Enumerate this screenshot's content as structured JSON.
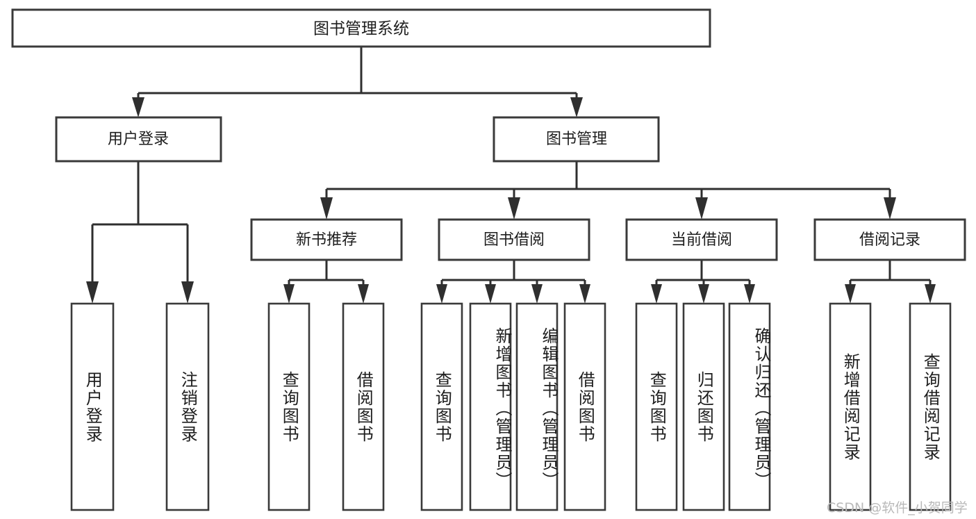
{
  "diagram": {
    "title": "图书管理系统",
    "type": "hierarchy-tree",
    "root": {
      "id": "root",
      "label": "图书管理系统",
      "level": 1
    },
    "level2": [
      {
        "id": "user-login",
        "label": "用户登录",
        "level": 2
      },
      {
        "id": "book-manage",
        "label": "图书管理",
        "level": 2
      }
    ],
    "level3": [
      {
        "id": "new-book-recommend",
        "label": "新书推荐",
        "level": 3,
        "parent": "book-manage"
      },
      {
        "id": "book-borrow",
        "label": "图书借阅",
        "level": 3,
        "parent": "book-manage"
      },
      {
        "id": "current-borrow",
        "label": "当前借阅",
        "level": 3,
        "parent": "book-manage"
      },
      {
        "id": "borrow-record",
        "label": "借阅记录",
        "level": 3,
        "parent": "book-manage"
      }
    ],
    "leaves": [
      {
        "id": "leaf-user-login",
        "label": "用户登录",
        "parent": "user-login"
      },
      {
        "id": "leaf-logout-login",
        "label": "注销登录",
        "parent": "user-login"
      },
      {
        "id": "leaf-query-book-1",
        "label": "查询图书",
        "parent": "new-book-recommend"
      },
      {
        "id": "leaf-borrow-book-1",
        "label": "借阅图书",
        "parent": "new-book-recommend"
      },
      {
        "id": "leaf-query-book-2",
        "label": "查询图书",
        "parent": "book-borrow"
      },
      {
        "id": "leaf-add-book",
        "label": "新增图书（管理员）",
        "parent": "book-borrow"
      },
      {
        "id": "leaf-edit-book",
        "label": "编辑图书（管理员）",
        "parent": "book-borrow"
      },
      {
        "id": "leaf-borrow-book-2",
        "label": "借阅图书",
        "parent": "book-borrow"
      },
      {
        "id": "leaf-query-book-3",
        "label": "查询图书",
        "parent": "current-borrow"
      },
      {
        "id": "leaf-return-book",
        "label": "归还图书",
        "parent": "current-borrow"
      },
      {
        "id": "leaf-confirm-return",
        "label": "确认归还（管理员）",
        "parent": "current-borrow"
      },
      {
        "id": "leaf-add-record",
        "label": "新增借阅记录",
        "parent": "borrow-record"
      },
      {
        "id": "leaf-query-record",
        "label": "查询借阅记录",
        "parent": "borrow-record"
      }
    ],
    "colors": {
      "background": "#ffffff",
      "box_fill": "#ffffff",
      "box_stroke": "#3a3a3a",
      "edge": "#2f2f2f",
      "text": "#1d1d1d",
      "watermark": "#b9b9b9"
    }
  },
  "watermark": {
    "text": "CSDN @软件_小贺同学"
  }
}
